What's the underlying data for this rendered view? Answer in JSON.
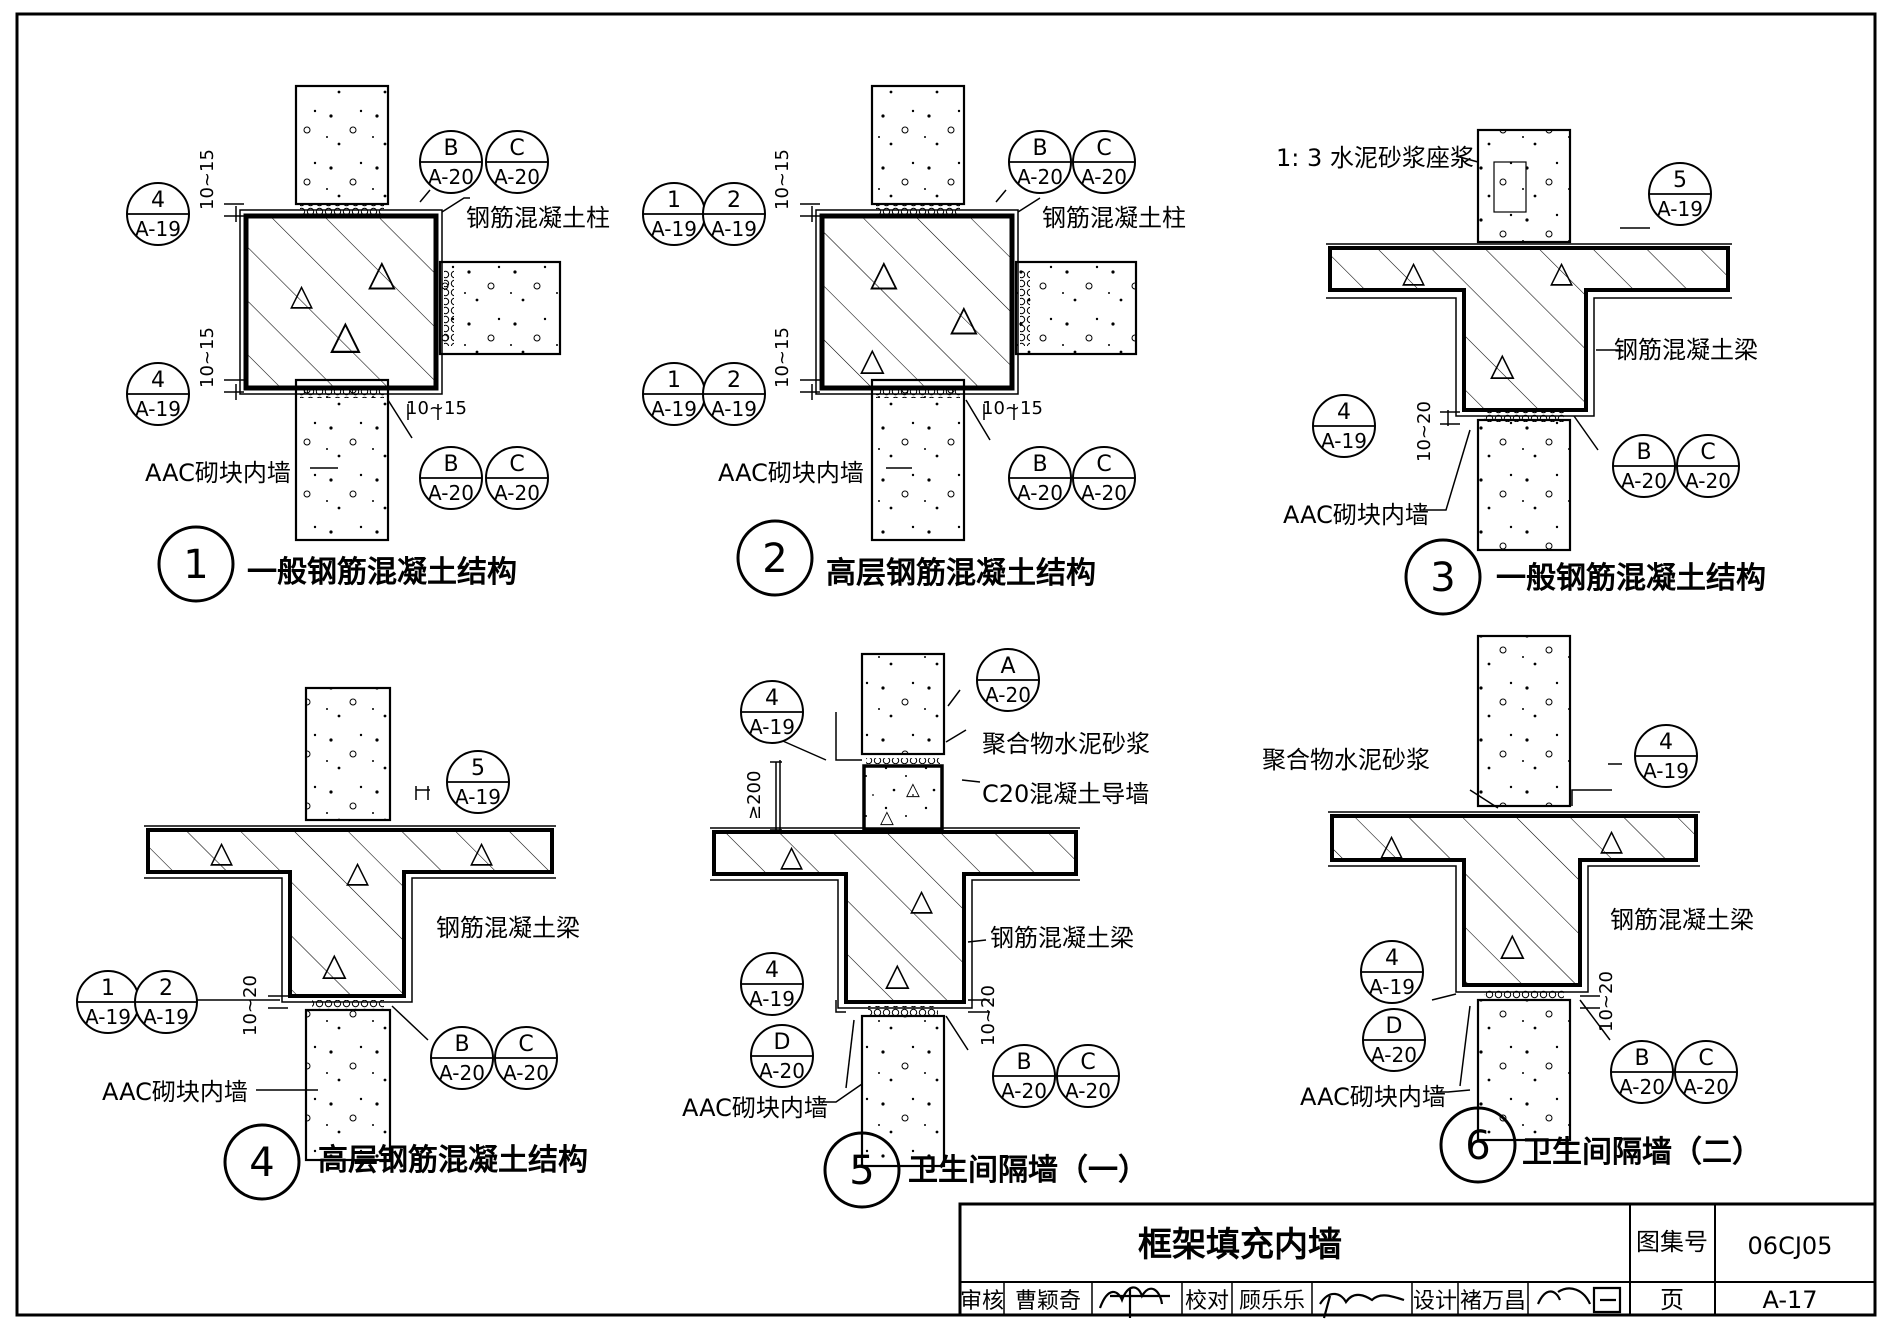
{
  "title_block": {
    "drawing_title": "框架填充内墙",
    "atlas_label": "图集号",
    "atlas_no": "06CJ05",
    "page_label": "页",
    "page_no": "A-17",
    "review_label": "审核",
    "reviewer": "曹颖奇",
    "check_label": "校对",
    "checker": "顾乐乐",
    "design_label": "设计",
    "designer": "褚万昌"
  },
  "details": [
    {
      "no": "1",
      "caption": "一般钢筋混凝土结构"
    },
    {
      "no": "2",
      "caption": "高层钢筋混凝土结构"
    },
    {
      "no": "3",
      "caption": "一般钢筋混凝土结构"
    },
    {
      "no": "4",
      "caption": "高层钢筋混凝土结构"
    },
    {
      "no": "5",
      "caption": "卫生间隔墙（一）"
    },
    {
      "no": "6",
      "caption": "卫生间隔墙（二）"
    }
  ],
  "labels": {
    "rc_column": "钢筋混凝土柱",
    "rc_beam": "钢筋混凝土梁",
    "aac_wall": "AAC砌块内墙",
    "mortar_13": "1: 3 水泥砂浆座浆",
    "polymer_mortar": "聚合物水泥砂浆",
    "c20_wall": "C20混凝土导墙",
    "dim_10_15": "10~15",
    "dim_10_20": "10~20",
    "dim_200": "≥200"
  },
  "refs": {
    "r_4_a19": {
      "top": "4",
      "bottom": "A-19"
    },
    "r_1_a19": {
      "top": "1",
      "bottom": "A-19"
    },
    "r_2_a19": {
      "top": "2",
      "bottom": "A-19"
    },
    "r_5_a19": {
      "top": "5",
      "bottom": "A-19"
    },
    "r_b_a20": {
      "top": "B",
      "bottom": "A-20"
    },
    "r_c_a20": {
      "top": "C",
      "bottom": "A-20"
    },
    "r_a_a20": {
      "top": "A",
      "bottom": "A-20"
    },
    "r_d_a20": {
      "top": "D",
      "bottom": "A-20"
    }
  }
}
